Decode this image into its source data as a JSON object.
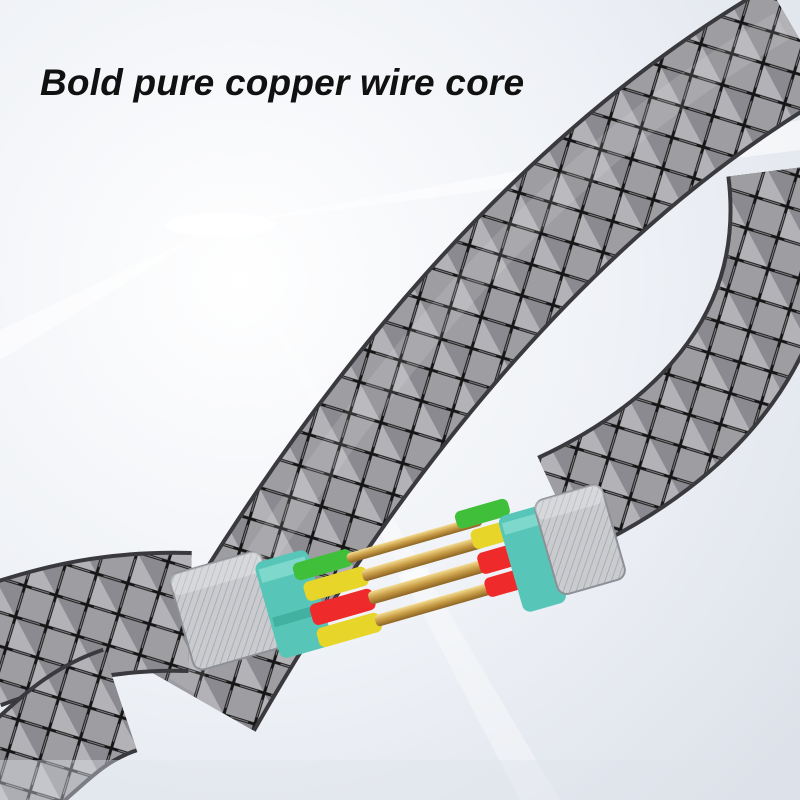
{
  "headline": "Bold pure copper wire core",
  "colors": {
    "background": "#e9edf3",
    "braid_light": "#a9a9ad",
    "braid_dark": "#6d6d72",
    "braid_line": "#141414",
    "shield": "#c6c8cc",
    "insulation_teal": "#58c7b9",
    "wire_green": "#3fbf3a",
    "wire_yellow": "#e7d52a",
    "wire_red": "#ef2a2a",
    "copper": "#c59a4a"
  },
  "image": {
    "subject": "braided-cable-cutaway",
    "exposed_wires": [
      "green",
      "yellow",
      "red",
      "yellow"
    ]
  }
}
